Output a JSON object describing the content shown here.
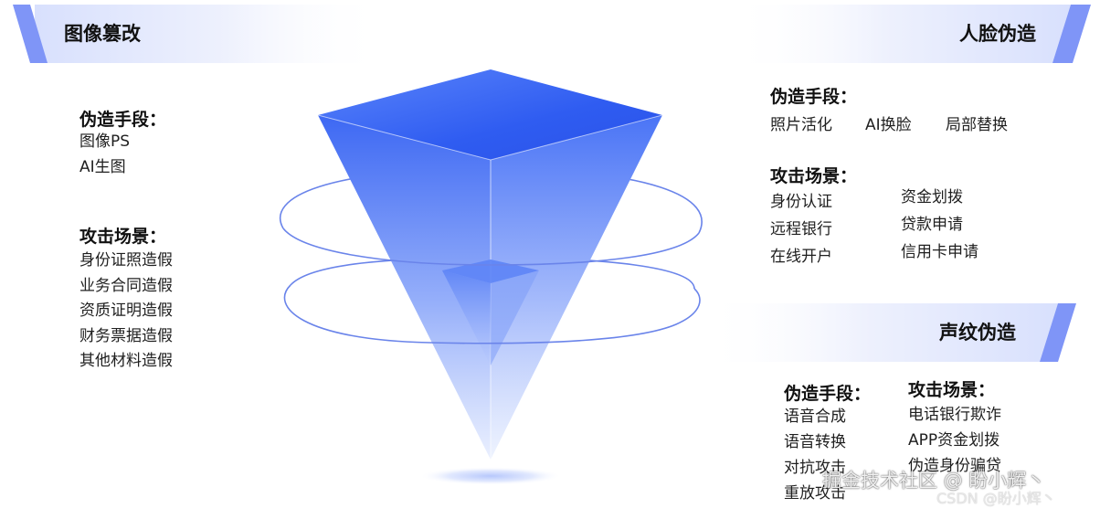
{
  "colors": {
    "banner_accent": "#7f95f7",
    "banner_fade": "#eaeefc",
    "pyramid_main": "#3e69f2",
    "pyramid_light": "#c9d6fd",
    "ring_stroke": "#6a84ea"
  },
  "image_tamper": {
    "title": "图像篡改",
    "method_heading": "伪造手段：",
    "methods": [
      "图像PS",
      "AI生图"
    ],
    "scenario_heading": "攻击场景：",
    "scenarios": [
      "身份证照造假",
      "业务合同造假",
      "资质证明造假",
      "财务票据造假",
      "其他材料造假"
    ]
  },
  "face_forgery": {
    "title": "人脸伪造",
    "method_heading": "伪造手段：",
    "methods": [
      "照片活化",
      "AI换脸",
      "局部替换"
    ],
    "scenario_heading": "攻击场景：",
    "scenarios_left": [
      "身份认证",
      "远程银行",
      "在线开户"
    ],
    "scenarios_right": [
      "资金划拨",
      "贷款申请",
      "信用卡申请"
    ]
  },
  "voice_forgery": {
    "title": "声纹伪造",
    "method_heading": "伪造手段：",
    "methods": [
      "语音合成",
      "语音转换",
      "对抗攻击",
      "重放攻击"
    ],
    "scenario_heading": "攻击场景：",
    "scenarios": [
      "电话银行欺诈",
      "APP资金划拨",
      "伪造身份骗贷"
    ]
  },
  "watermark": {
    "line1": "掘金技术社区 @ 盼小辉丶",
    "line2": "CSDN @盼小辉丶"
  }
}
